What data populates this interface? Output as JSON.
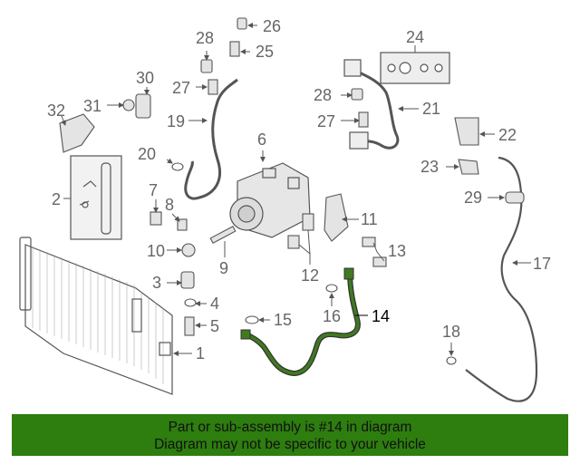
{
  "callouts": {
    "c1": "1",
    "c2": "2",
    "c3": "3",
    "c4": "4",
    "c5": "5",
    "c6": "6",
    "c7": "7",
    "c8": "8",
    "c9": "9",
    "c10": "10",
    "c11": "11",
    "c12": "12",
    "c13": "13",
    "c14": "14",
    "c15": "15",
    "c16": "16",
    "c17": "17",
    "c18": "18",
    "c19": "19",
    "c20": "20",
    "c21": "21",
    "c22": "22",
    "c23": "23",
    "c24": "24",
    "c25": "25",
    "c26": "26",
    "c27a": "27",
    "c27b": "27",
    "c28a": "28",
    "c28b": "28",
    "c29": "29",
    "c30": "30",
    "c31": "31",
    "c32": "32"
  },
  "banner": {
    "line1": "Part or sub-assembly is #14 in diagram",
    "line2": "Diagram may not be specific to your vehicle"
  },
  "colors": {
    "highlight": "#3f7a1e",
    "banner": "#2e7d0f",
    "line": "#555555"
  }
}
